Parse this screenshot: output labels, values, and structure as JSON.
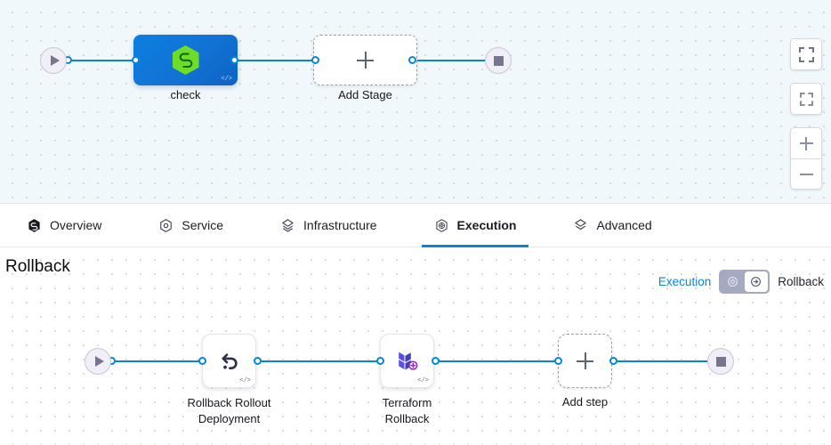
{
  "top_canvas": {
    "start_node": {
      "name": "start-node",
      "icon": "play-icon"
    },
    "stage": {
      "label": "check",
      "icon": "harness-hexagon-icon",
      "code_badge": "</>"
    },
    "add_stage": {
      "label": "Add Stage",
      "icon": "plus-icon"
    },
    "end_node": {
      "name": "end-node",
      "icon": "stop-square-icon"
    },
    "toolbar": {
      "fullscreen_label": "fullscreen-icon",
      "selection_label": "dashed-selection-icon",
      "zoom_in_label": "plus-icon",
      "zoom_out_label": "minus-icon"
    }
  },
  "tabs": [
    {
      "label": "Overview",
      "icon": "overview-hexagon-icon",
      "active": false
    },
    {
      "label": "Service",
      "icon": "service-hexagon-icon",
      "active": false
    },
    {
      "label": "Infrastructure",
      "icon": "infrastructure-layers-icon",
      "active": false
    },
    {
      "label": "Execution",
      "icon": "execution-gear-icon",
      "active": true
    },
    {
      "label": "Advanced",
      "icon": "advanced-layers-icon",
      "active": false
    }
  ],
  "rollback_section": {
    "title": "Rollback",
    "toggle": {
      "left_label": "Execution",
      "right_label": "Rollback",
      "left_icon": "execution-icon",
      "right_icon": "rollback-arrow-icon",
      "selected": "Rollback"
    },
    "nodes": [
      {
        "type": "start",
        "name": "start-node",
        "icon": "play-icon"
      },
      {
        "type": "step",
        "label": "Rollback Rollout Deployment",
        "icon": "undo-arrow-icon",
        "code_badge": "</>"
      },
      {
        "type": "step",
        "label": "Terraform Rollback",
        "icon": "terraform-icon",
        "code_badge": "</>"
      },
      {
        "type": "add",
        "label": "Add step",
        "icon": "plus-icon"
      },
      {
        "type": "end",
        "name": "end-node",
        "icon": "stop-square-icon"
      }
    ]
  },
  "colors": {
    "accent_blue": "#0b84d8",
    "stage_blue": "#1272d4",
    "harness_green": "#6ddd2a",
    "terraform_purple": "#5c4ee5",
    "canvas_top_bg": "#f0f8fb",
    "terminal_fill": "#f0eef7"
  },
  "labels": {
    "rollback_rollout_line1": "Rollback Rollout",
    "rollback_rollout_line2": "Deployment",
    "terraform_line1": "Terraform",
    "terraform_line2": "Rollback",
    "add_step": "Add step",
    "add_stage": "Add Stage",
    "check": "check"
  }
}
